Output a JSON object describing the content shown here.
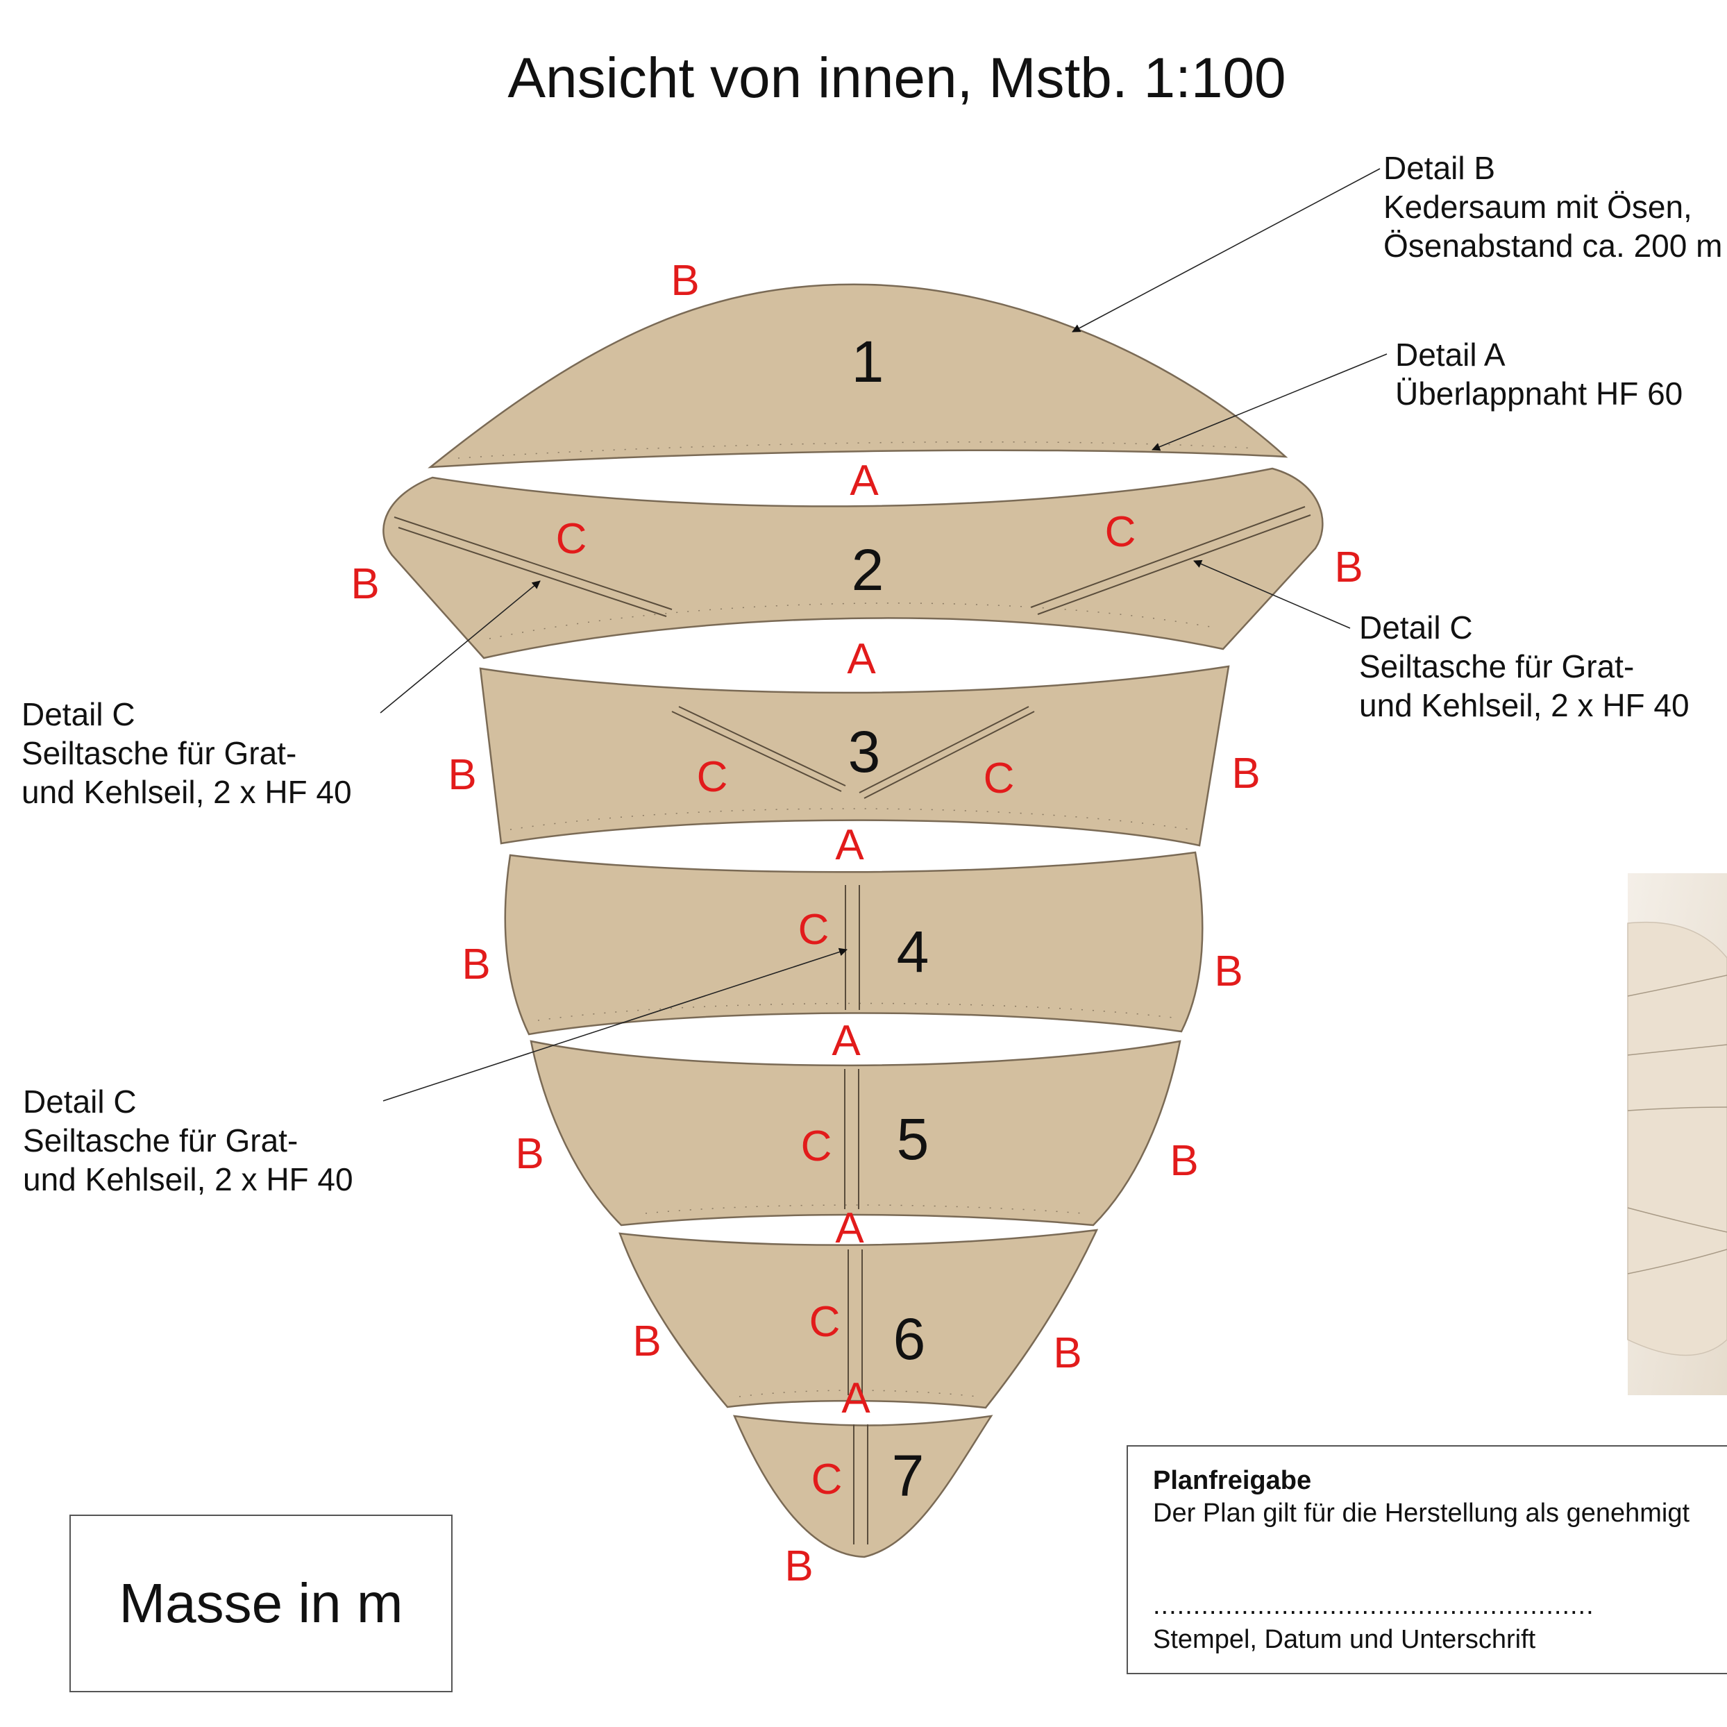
{
  "title": "Ansicht von innen, Mstb. 1:100",
  "panels": [
    {
      "number": "1"
    },
    {
      "number": "2"
    },
    {
      "number": "3"
    },
    {
      "number": "4"
    },
    {
      "number": "5"
    },
    {
      "number": "6"
    },
    {
      "number": "7"
    }
  ],
  "labels": {
    "seam": "A",
    "edge": "B",
    "pocket": "C"
  },
  "callouts": {
    "detail_b": {
      "line1": "Detail B",
      "line2": "Kedersaum mit Ösen,",
      "line3": "Ösenabstand ca. 200 m"
    },
    "detail_a": {
      "line1": "Detail A",
      "line2": "Überlappnaht HF 60"
    },
    "detail_c": {
      "line1": "Detail C",
      "line2": "Seiltasche für Grat-",
      "line3": "und Kehlseil, 2 x HF 40"
    }
  },
  "units_box": {
    "text": "Masse in m"
  },
  "approval": {
    "heading": "Planfreigabe",
    "text": "Der Plan gilt für die Herstellung als genehmigt",
    "dots": ".......................................................",
    "signature": "Stempel, Datum und Unterschrift"
  },
  "colors": {
    "panel_fill": "#d3bf9f",
    "label_red": "#e21b1b"
  }
}
